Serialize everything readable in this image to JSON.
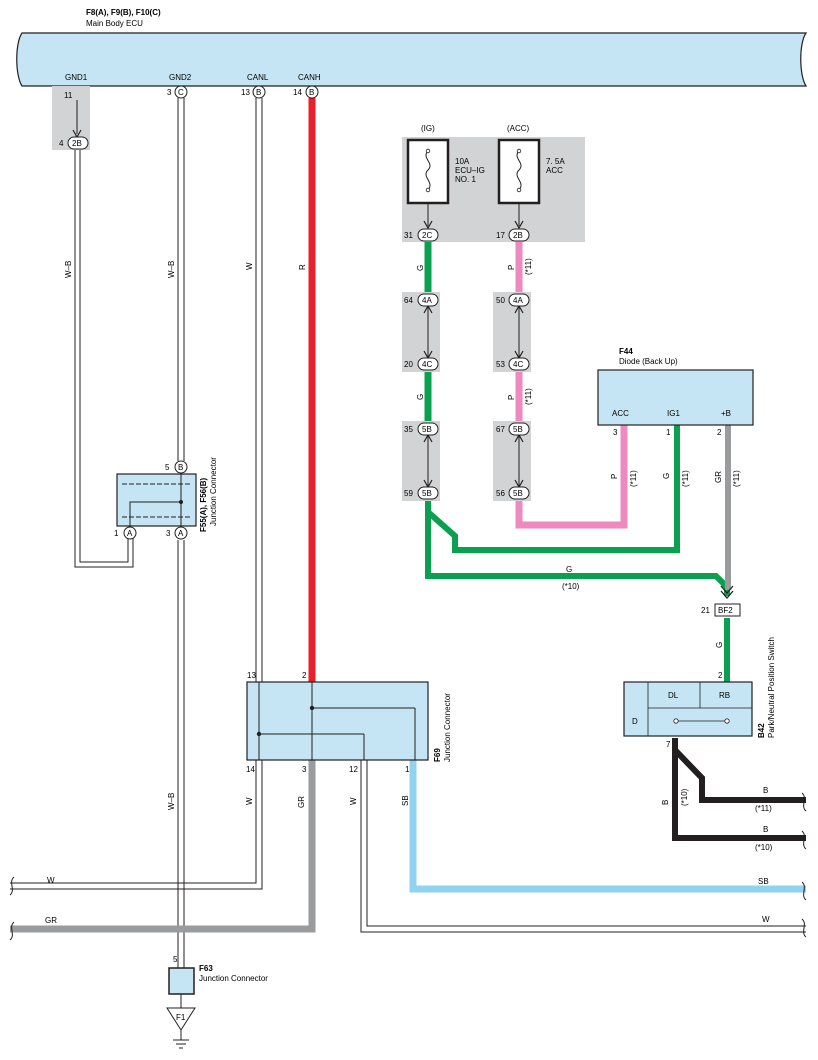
{
  "ecu": {
    "codes": "F8(A), F9(B), F10(C)",
    "name": "Main Body ECU",
    "pins": [
      {
        "name": "GND1",
        "num": "11",
        "tag": ""
      },
      {
        "name": "GND2",
        "num": "3",
        "tag": "C"
      },
      {
        "name": "CANL",
        "num": "13",
        "tag": "B"
      },
      {
        "name": "CANH",
        "num": "14",
        "tag": "B"
      }
    ]
  },
  "conn_2b": {
    "num": "4",
    "tag": "2B"
  },
  "fuses": [
    {
      "header": "(IG)",
      "rating": "10A",
      "name1": "ECU–IG",
      "name2": "NO. 1",
      "pin": "31",
      "tag": "2C"
    },
    {
      "header": "(ACC)",
      "rating": "7. 5A",
      "name1": "ACC",
      "name2": "",
      "pin": "17",
      "tag": "2B"
    }
  ],
  "jb_pairs": [
    {
      "top_num": "64",
      "top_tag": "4A",
      "bot_num": "20",
      "bot_tag": "4C"
    },
    {
      "top_num": "50",
      "top_tag": "4A",
      "bot_num": "53",
      "bot_tag": "4C"
    },
    {
      "top_num": "35",
      "top_tag": "5B",
      "bot_num": "59",
      "bot_tag": "5B"
    },
    {
      "top_num": "67",
      "top_tag": "5B",
      "bot_num": "56",
      "bot_tag": "5B"
    }
  ],
  "f44": {
    "code": "F44",
    "name": "Diode (Back Up)",
    "pins": [
      {
        "name": "ACC",
        "num": "3"
      },
      {
        "name": "IG1",
        "num": "1"
      },
      {
        "name": "+B",
        "num": "2"
      }
    ]
  },
  "f55": {
    "codes": "F55(A), F56(B)",
    "name": "Junction Connector",
    "top_num": "5",
    "top_tag": "B",
    "left_num": "1",
    "left_tag": "A",
    "right_num": "3",
    "right_tag": "A"
  },
  "f69": {
    "code": "F69",
    "name": "Junction Connector",
    "pin13": "13",
    "pin2": "2",
    "pin14": "14",
    "pin3": "3",
    "pin12": "12",
    "pin1": "1"
  },
  "bf2": {
    "num": "21",
    "tag": "BF2"
  },
  "b42": {
    "code": "B42",
    "name": "Park/Neutral Position Switch",
    "top_pin": "2",
    "bot_pin": "7",
    "dl": "DL",
    "rb": "RB",
    "d": "D"
  },
  "f63": {
    "code": "F63",
    "name": "Junction Connector",
    "pin": "5",
    "ground": "F1"
  },
  "wires": {
    "wb": "W–B",
    "w": "W",
    "r": "R",
    "g": "G",
    "p": "P",
    "gr": "GR",
    "sb": "SB",
    "b": "B",
    "n11": "(*11)",
    "n10": "(*10)"
  },
  "colors": {
    "body_fill": "#c5e5f4",
    "fuse_bg": "#d2d3d5",
    "red": "#e8202a",
    "green": "#0aa04f",
    "pink": "#ef8ac1",
    "gray": "#9a9b9d",
    "sky": "#8fd3f0",
    "black": "#231f20"
  }
}
